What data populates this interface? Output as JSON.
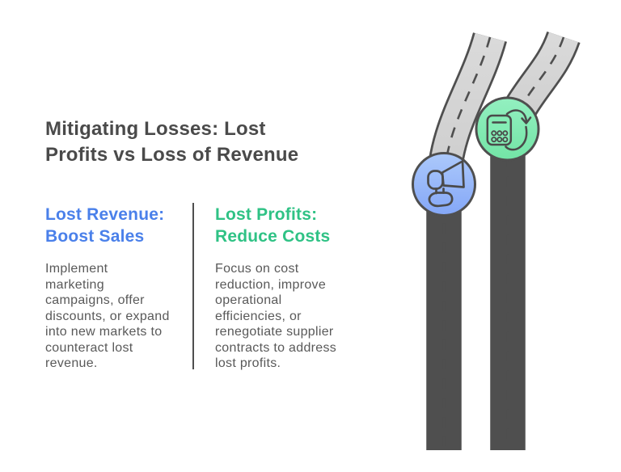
{
  "title": {
    "text": "Mitigating Losses: Lost\nProfits vs Loss of Revenue"
  },
  "columns": [
    {
      "id": "lost-revenue",
      "heading": "Lost Revenue:\nBoost Sales",
      "heading_color": "#4A80EA",
      "body": "Implement\nmarketing\ncampaigns, offer\ndiscounts, or expand\ninto new markets to\ncounteract lost\nrevenue."
    },
    {
      "id": "lost-profits",
      "heading": "Lost Profits:\nReduce Costs",
      "heading_color": "#2FC285",
      "body": "Focus on cost\nreduction, improve\noperational\nefficiencies, or\nrenegotiate supplier\ncontracts to address\nlost profits."
    }
  ],
  "graphic": {
    "left_road": {
      "name": "lost-revenue-road",
      "road_color": "#5A8CF4",
      "badge_color": "#9CBCF9",
      "icon": "megaphone-icon"
    },
    "right_road": {
      "name": "lost-profits-road",
      "road_color": "#50DC97",
      "badge_color": "#84EDB5",
      "icon": "calculator-sync-icon"
    },
    "gray_road_color": "#D4D4D4",
    "outline_color": "#4F4F4F",
    "dash_color": "#4F4F4F"
  },
  "colors": {
    "background": "#FFFFFF",
    "title_text": "#4A4A4A",
    "body_text": "#595959",
    "divider": "#4F4F4F"
  }
}
